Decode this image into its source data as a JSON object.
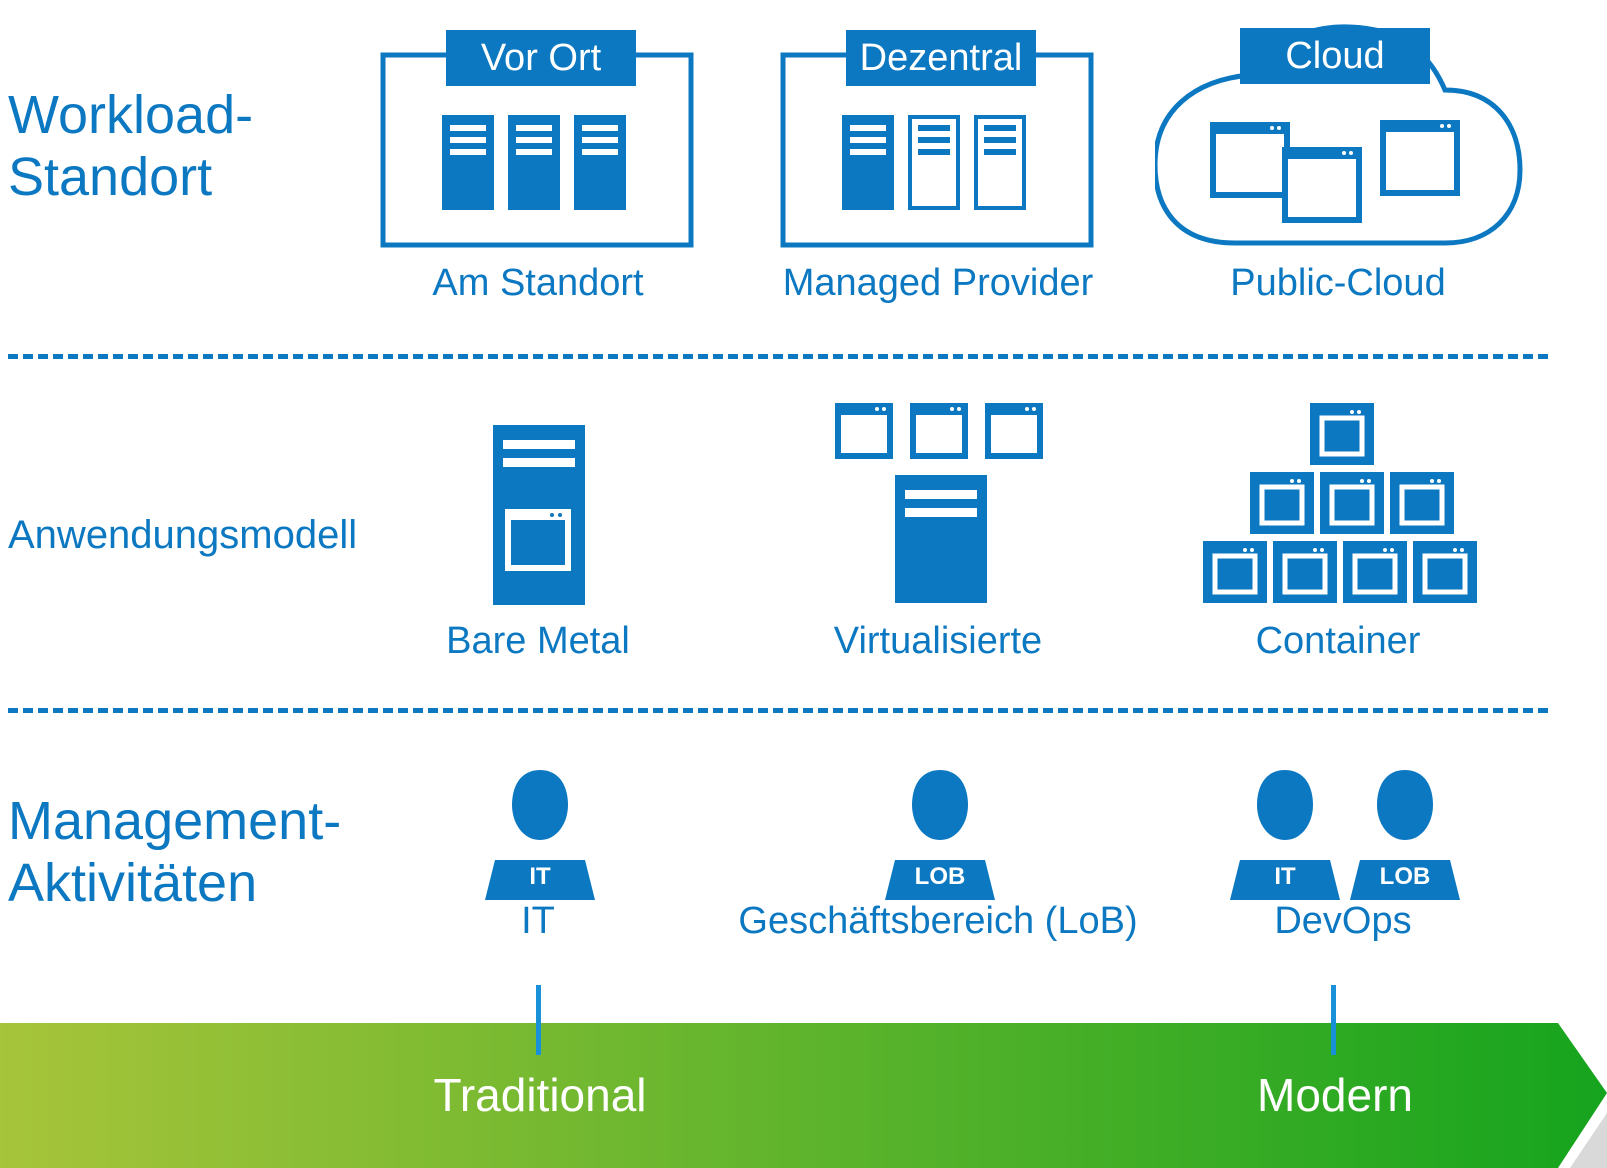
{
  "rows": {
    "workload": "Workload-\nStandort",
    "application": "Anwendungsmodell",
    "management": "Management-\nAktivitäten"
  },
  "workload_items": [
    {
      "title": "Vor Ort",
      "caption": "Am Standort"
    },
    {
      "title": "Dezentral",
      "caption": "Managed Provider"
    },
    {
      "title": "Cloud",
      "caption": "Public-Cloud"
    }
  ],
  "application_items": [
    {
      "caption": "Bare Metal"
    },
    {
      "caption": "Virtualisierte"
    },
    {
      "caption": "Container"
    }
  ],
  "management_items": [
    {
      "badges": [
        "IT"
      ],
      "caption": "IT"
    },
    {
      "badges": [
        "LOB"
      ],
      "caption": "Geschäftsbereich (LoB)"
    },
    {
      "badges": [
        "IT",
        "LOB"
      ],
      "caption": "DevOps"
    }
  ],
  "progress": {
    "start": "Traditional",
    "end": "Modern"
  },
  "colors": {
    "primary": "#0b78c1",
    "gradient_start": "#a7c43a",
    "gradient_end": "#16a41e"
  }
}
